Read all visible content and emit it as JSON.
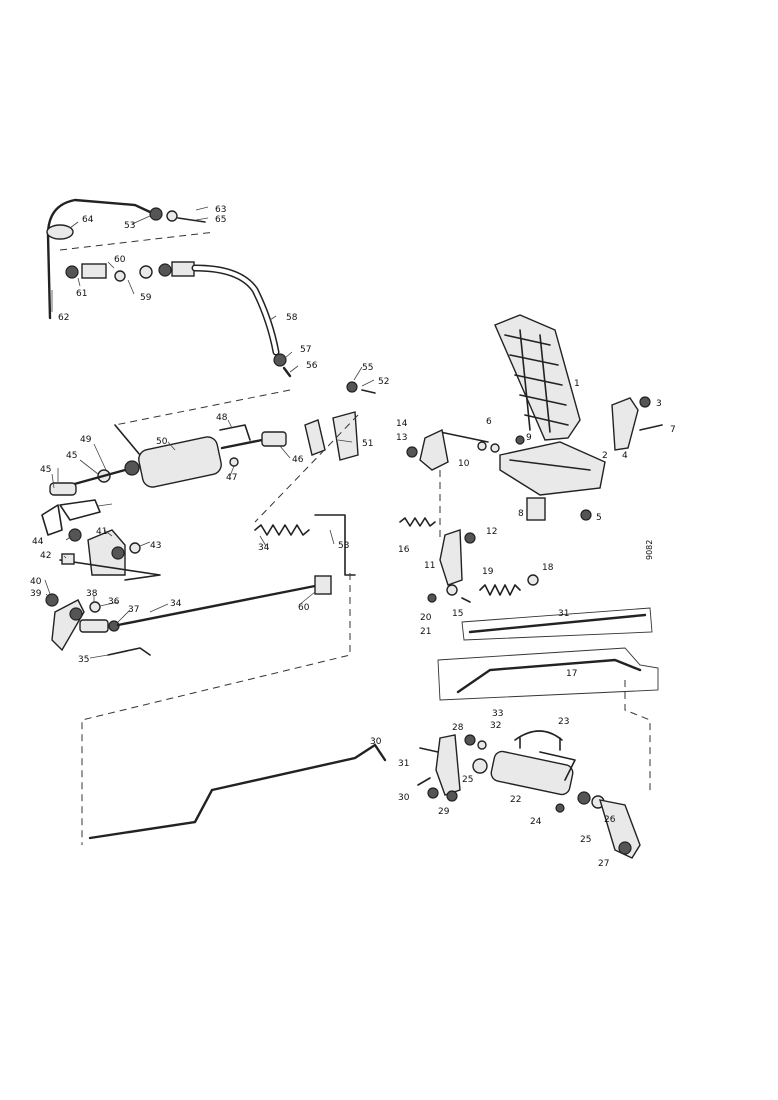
{
  "diagram": {
    "side_code": "9082",
    "callouts": [
      {
        "id": "c64",
        "text": "64"
      },
      {
        "id": "c63",
        "text": "63"
      },
      {
        "id": "c53",
        "text": "53"
      },
      {
        "id": "c65",
        "text": "65"
      },
      {
        "id": "c60",
        "text": "60"
      },
      {
        "id": "c61",
        "text": "61"
      },
      {
        "id": "c59",
        "text": "59"
      },
      {
        "id": "c62",
        "text": "62"
      },
      {
        "id": "c58",
        "text": "58"
      },
      {
        "id": "c57",
        "text": "57"
      },
      {
        "id": "c56",
        "text": "56"
      },
      {
        "id": "c55",
        "text": "55"
      },
      {
        "id": "c52",
        "text": "52"
      },
      {
        "id": "c51",
        "text": "51"
      },
      {
        "id": "c50",
        "text": "50"
      },
      {
        "id": "c49",
        "text": "49"
      },
      {
        "id": "c48",
        "text": "48"
      },
      {
        "id": "c47",
        "text": "47"
      },
      {
        "id": "c45a",
        "text": "45"
      },
      {
        "id": "c46",
        "text": "46"
      },
      {
        "id": "c45b",
        "text": "45"
      },
      {
        "id": "c44",
        "text": "44"
      },
      {
        "id": "c41",
        "text": "41"
      },
      {
        "id": "c43",
        "text": "43"
      },
      {
        "id": "c42",
        "text": "42"
      },
      {
        "id": "c40",
        "text": "40"
      },
      {
        "id": "c39",
        "text": "39"
      },
      {
        "id": "c38",
        "text": "38"
      },
      {
        "id": "c36",
        "text": "36"
      },
      {
        "id": "c37",
        "text": "37"
      },
      {
        "id": "c35",
        "text": "35"
      },
      {
        "id": "c34a",
        "text": "34"
      },
      {
        "id": "c34b",
        "text": "34"
      },
      {
        "id": "c53b",
        "text": "53"
      },
      {
        "id": "c60b",
        "text": "60"
      },
      {
        "id": "c1",
        "text": "1"
      },
      {
        "id": "c3",
        "text": "3"
      },
      {
        "id": "c7",
        "text": "7"
      },
      {
        "id": "c4",
        "text": "4"
      },
      {
        "id": "c14",
        "text": "14"
      },
      {
        "id": "c13",
        "text": "13"
      },
      {
        "id": "c6",
        "text": "6"
      },
      {
        "id": "c9",
        "text": "9"
      },
      {
        "id": "c10",
        "text": "10"
      },
      {
        "id": "c2",
        "text": "2"
      },
      {
        "id": "c8",
        "text": "8"
      },
      {
        "id": "c5",
        "text": "5"
      },
      {
        "id": "c12",
        "text": "12"
      },
      {
        "id": "c16",
        "text": "16"
      },
      {
        "id": "c11",
        "text": "11"
      },
      {
        "id": "c19",
        "text": "19"
      },
      {
        "id": "c18",
        "text": "18"
      },
      {
        "id": "c20",
        "text": "20"
      },
      {
        "id": "c21",
        "text": "21"
      },
      {
        "id": "c15",
        "text": "15"
      },
      {
        "id": "c31",
        "text": "31"
      },
      {
        "id": "c17",
        "text": "17"
      },
      {
        "id": "c28",
        "text": "28"
      },
      {
        "id": "c33",
        "text": "33"
      },
      {
        "id": "c32",
        "text": "32"
      },
      {
        "id": "c23",
        "text": "23"
      },
      {
        "id": "c30",
        "text": "30"
      },
      {
        "id": "c31b",
        "text": "31"
      },
      {
        "id": "c25",
        "text": "25"
      },
      {
        "id": "c22",
        "text": "22"
      },
      {
        "id": "c30b",
        "text": "30"
      },
      {
        "id": "c29",
        "text": "29"
      },
      {
        "id": "c24",
        "text": "24"
      },
      {
        "id": "c26",
        "text": "26"
      },
      {
        "id": "c25b",
        "text": "25"
      },
      {
        "id": "c27",
        "text": "27"
      }
    ]
  }
}
